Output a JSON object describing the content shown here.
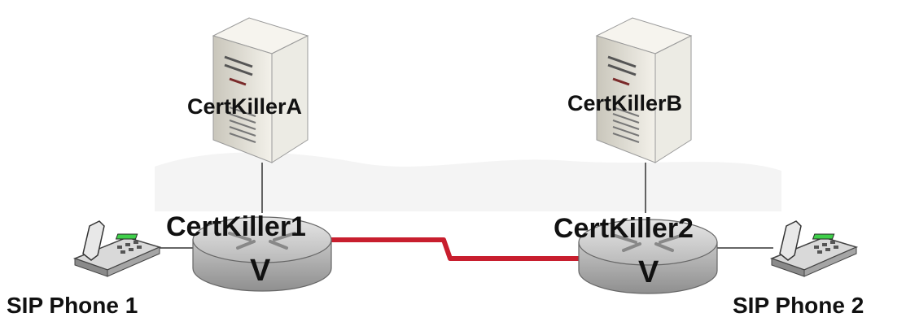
{
  "servers": [
    {
      "id": "A",
      "label": "CertKillerA"
    },
    {
      "id": "B",
      "label": "CertKillerB"
    }
  ],
  "routers": [
    {
      "id": "1",
      "label": "CertKiller1",
      "mark": "V"
    },
    {
      "id": "2",
      "label": "CertKiller2",
      "mark": "V"
    }
  ],
  "phones": [
    {
      "id": "1",
      "label": "SIP Phone 1"
    },
    {
      "id": "2",
      "label": "SIP Phone 2"
    }
  ],
  "colors": {
    "wan_link": "#c81e2e",
    "lan_link": "#333333",
    "server_body": "#e9e6dc",
    "router_body": "#cfcfcf",
    "phone_body": "#dcdcdc",
    "phone_display": "#3fcf4a"
  },
  "icons": [
    "server-icon",
    "router-icon",
    "ip-phone-icon"
  ]
}
